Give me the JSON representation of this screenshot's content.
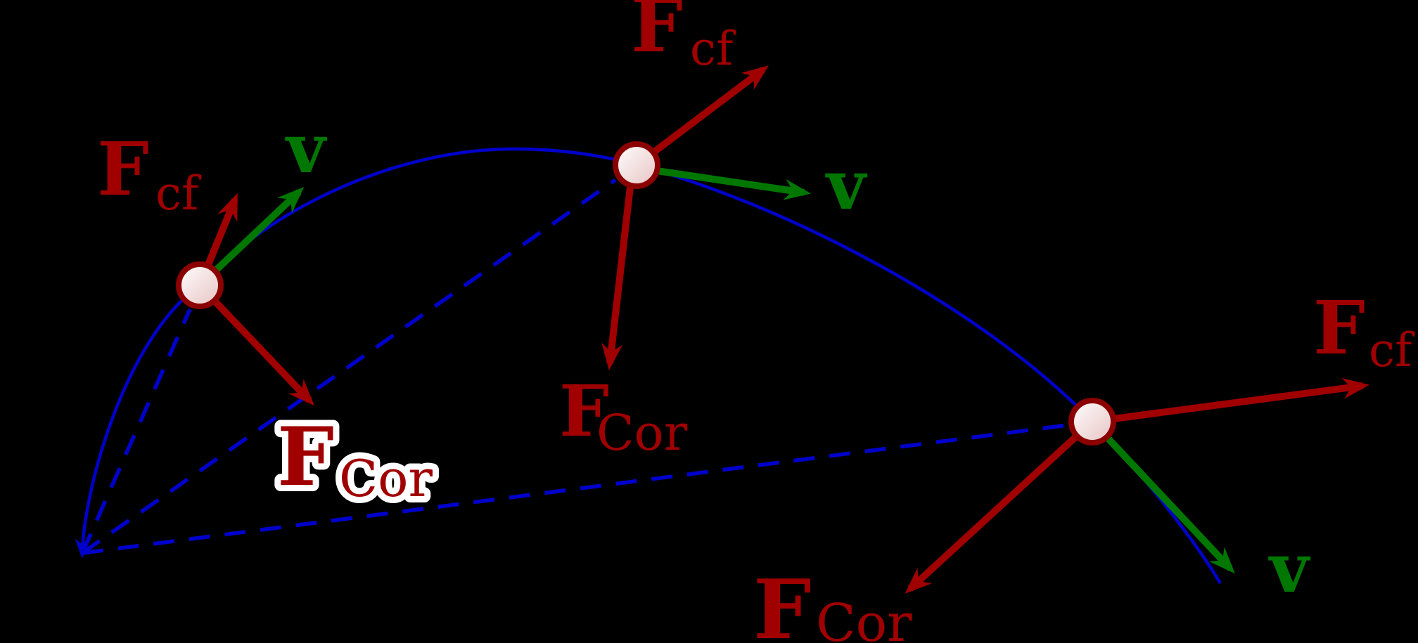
{
  "figure": {
    "description": "Rotating reference frame diagram: curved trajectory with three particles, each showing centrifugal force, Coriolis force and velocity vectors",
    "background_color": "#000000"
  },
  "colors": {
    "force": "#a00000",
    "velocity": "#007700",
    "trajectory": "#0000cc",
    "particle_border": "#8b0000",
    "particle_fill_light": "#ffffff",
    "particle_fill_dark": "#e7c2c2",
    "halo": "#ffffff"
  },
  "labels": {
    "fcf1": {
      "main": "F",
      "sub": "cf"
    },
    "fcf2": {
      "main": "F",
      "sub": "cf"
    },
    "fcf3": {
      "main": "F",
      "sub": "cf"
    },
    "fcor1": {
      "main": "F",
      "sub": "Cor"
    },
    "fcor2": {
      "main": "F",
      "sub": "Cor"
    },
    "fcor3": {
      "main": "F",
      "sub": "Cor"
    },
    "v1": {
      "main": "v"
    },
    "v2": {
      "main": "v"
    },
    "v3": {
      "main": "v"
    }
  }
}
